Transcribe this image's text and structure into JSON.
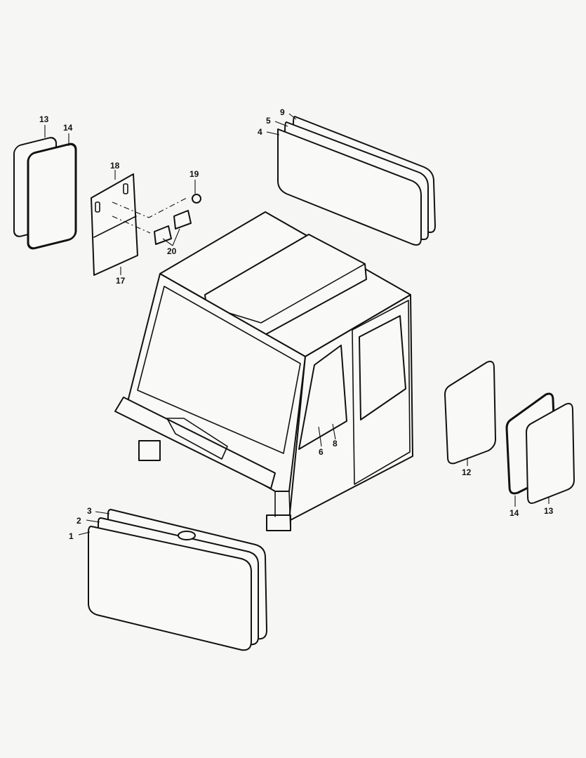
{
  "diagram": {
    "callouts": {
      "c1": "1",
      "c2": "2",
      "c3": "3",
      "c4": "4",
      "c5": "5",
      "c9": "9",
      "c6": "6",
      "c8": "8",
      "c12": "12",
      "c13a": "13",
      "c14a": "14",
      "c13b": "13",
      "c14b": "14",
      "c17": "17",
      "c18": "18",
      "c19": "19",
      "c20": "20"
    }
  },
  "colors": {
    "ink": "#111111",
    "paper": "#f6f6f4"
  }
}
